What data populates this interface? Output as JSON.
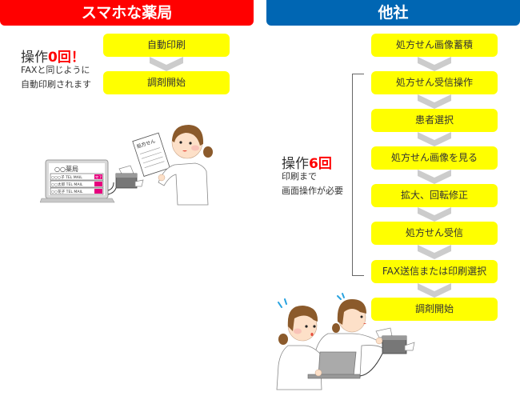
{
  "left": {
    "header": "スマホな薬局",
    "headline_prefix": "操作",
    "headline_count": "0回！",
    "note_lines": [
      "FAXと同じように",
      "自動印刷されます"
    ],
    "steps": [
      "自動印刷",
      "調剤開始"
    ],
    "illustration": {
      "laptop_title": "○○薬局",
      "laptop_rows": [
        "○○○子 TEL MAIL",
        "○○太郎 TEL MAIL",
        "○○花子 TEL MAIL"
      ],
      "badge": "完了",
      "paper_label": "処方せん"
    }
  },
  "right": {
    "header": "他社",
    "headline_prefix": "操作",
    "headline_count": "6回",
    "note_lines": [
      "印刷まで",
      "画面操作が必要"
    ],
    "steps": [
      "処方せん画像蓄積",
      "処方せん受信操作",
      "患者選択",
      "処方せん画像を見る",
      "拡大、回転修正",
      "処方せん受信",
      "FAX送信または印刷選択",
      "調剤開始"
    ]
  },
  "colors": {
    "left_header": "#ff0000",
    "right_header": "#0066b3",
    "step_fill": "#ffff00",
    "arrow": "#cccccc",
    "accent": "#ff0000"
  }
}
